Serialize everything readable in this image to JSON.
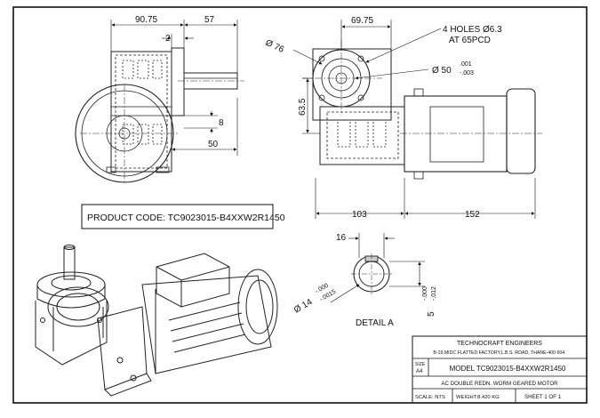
{
  "product_code": "PRODUCT CODE: TC9023015-B4XXW2R1450",
  "dimensions": {
    "d_90_75": "90.75",
    "d_57": "57",
    "d_2": "2",
    "d_8": "8",
    "d_50": "50",
    "d_69_75": "69.75",
    "holes_line1": "4 HOLES Ø6.3",
    "holes_line2": "AT 65PCD",
    "d_phi76": "Ø 76",
    "d_phi50": "Ø 50",
    "tol_50_upper": ".001",
    "tol_50_lower": "-.003",
    "d_63_5": "63.5",
    "d_103": "103",
    "d_152": "152",
    "d_16": "16",
    "d_phi14": "Ø 14",
    "tol_14_upper": "-.000",
    "tol_14_lower": "-.0015",
    "d_5": "5",
    "tol_5_upper": "-.000",
    "tol_5_lower": "-.012"
  },
  "detail_label": "DETAIL A",
  "title_block": {
    "company": "TECHNOCRAFT ENGINEERS",
    "address": "B-19,MIDC FLATTED FACTORY,L.B.S. ROAD, THANE-400 604.",
    "size_label": "SIZE",
    "size_value": "A4",
    "model": "MODEL TC9023015-B4XXW2R1450",
    "description": "AC DOUBLE REDN. WORM GEARED MOTOR",
    "scale": "SCALE: NTS",
    "weight": "WEIGHT:8.420 KG",
    "sheet": "SHEET 1 OF 1"
  }
}
